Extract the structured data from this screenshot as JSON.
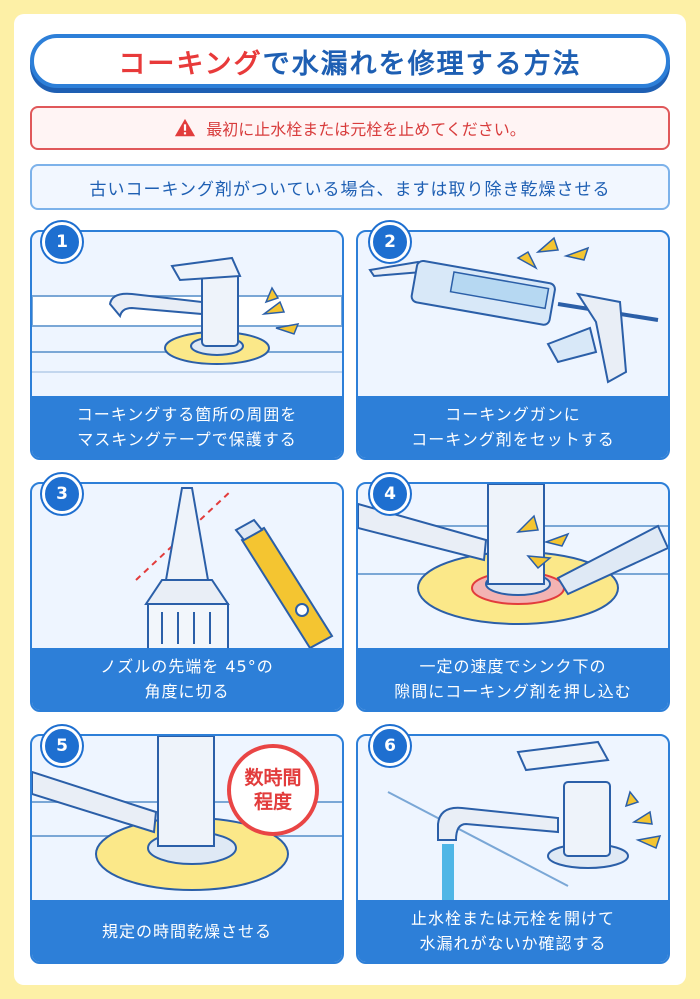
{
  "title": {
    "highlight": "コーキング",
    "rest": "で水漏れを修理する方法"
  },
  "warning": "最初に止水栓または元栓を止めてください。",
  "preparation": "古いコーキング剤がついている場合、ますは取り除き乾燥させる",
  "steps": [
    {
      "num": "1",
      "line1": "コーキングする箇所の周囲を",
      "line2": "マスキングテープで保護する"
    },
    {
      "num": "2",
      "line1": "コーキングガンに",
      "line2": "コーキング剤をセットする"
    },
    {
      "num": "3",
      "line1": "ノズルの先端を 45°の",
      "line2": "角度に切る"
    },
    {
      "num": "4",
      "line1": "一定の速度でシンク下の",
      "line2": "隙間にコーキング剤を押し込む"
    },
    {
      "num": "5",
      "line1": "規定の時間乾燥させる",
      "line2": ""
    },
    {
      "num": "6",
      "line1": "止水栓または元栓を開けて",
      "line2": "水漏れがないか確認する"
    }
  ],
  "badge": {
    "line1": "数時間",
    "line2": "程度"
  },
  "colors": {
    "accent_blue": "#2d7fd8",
    "dark_blue": "#1e5fb3",
    "warning_red": "#e83a3a",
    "background_yellow": "#fdf0a6",
    "tape_yellow": "#fbe889",
    "caution_yellow": "#f4c531"
  },
  "icons": [
    "warning-triangle-icon",
    "faucet-icon",
    "caulking-gun-icon",
    "nozzle-icon",
    "utility-knife-icon",
    "sparkle-icon",
    "water-stream-icon"
  ]
}
